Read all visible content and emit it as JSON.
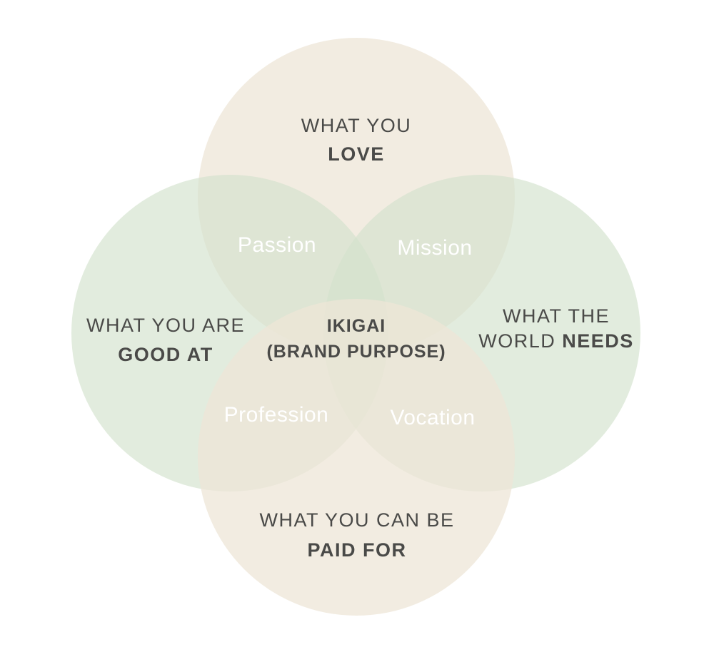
{
  "colors": {
    "love_circle": "#ede6d7",
    "paid_circle": "#ede6d7",
    "good_circle": "#d3e2cd",
    "needs_circle": "#d3e2cd",
    "dark_text": "#4a4a48",
    "white_text": "#ffffff"
  },
  "circles": {
    "love": {
      "line1": "WHAT YOU",
      "line2": "LOVE"
    },
    "good_at": {
      "line1": "WHAT YOU ARE",
      "line2": "GOOD AT"
    },
    "needs": {
      "line1": "WHAT THE",
      "line2_regular": "WORLD ",
      "line2_bold": "NEEDS"
    },
    "paid_for": {
      "line1": "WHAT YOU CAN BE",
      "line2": "PAID FOR"
    }
  },
  "overlaps": {
    "passion": "Passion",
    "mission": "Mission",
    "profession": "Profession",
    "vocation": "Vocation"
  },
  "center": {
    "line1": "IKIGAI",
    "line2": "(BRAND PURPOSE)"
  }
}
